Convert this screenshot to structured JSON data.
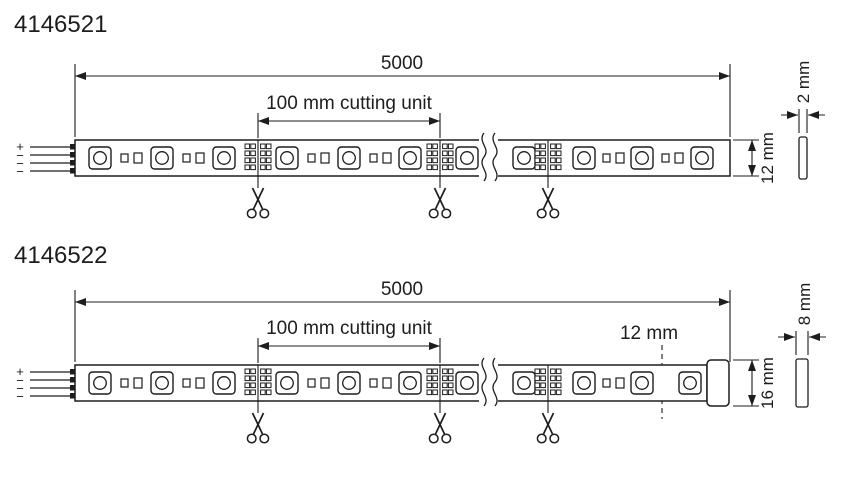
{
  "page": {
    "background": "#ffffff",
    "line_color": "#1d1d1d"
  },
  "icons": {
    "scissors": "✂"
  },
  "products": [
    {
      "code": "4146521",
      "total_length": "5000",
      "cutting_unit_label": "100 mm cutting unit",
      "strip_height": "12 mm",
      "profile_thickness": "2 mm",
      "polarity_plus": "+",
      "polarity_minus": "−"
    },
    {
      "code": "4146522",
      "total_length": "5000",
      "cutting_unit_label": "100 mm cutting unit",
      "strip_height": "16 mm",
      "profile_thickness": "8 mm",
      "last_cut_offset": "12 mm",
      "polarity_plus": "+",
      "polarity_minus": "−"
    }
  ]
}
